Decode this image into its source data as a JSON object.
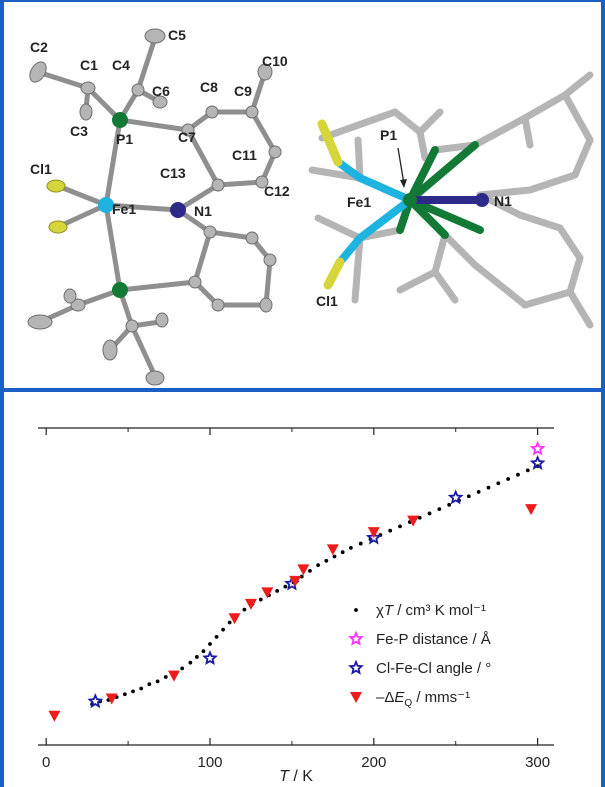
{
  "figure": {
    "frame_color": "#1a5fc4",
    "atom_labels_left": [
      "C2",
      "C1",
      "C4",
      "C5",
      "C3",
      "C6",
      "P1",
      "C8",
      "C10",
      "C9",
      "C7",
      "C11",
      "C13",
      "C12",
      "Cl1",
      "Fe1",
      "N1"
    ],
    "atom_labels_right": [
      "P1",
      "Fe1",
      "N1",
      "Cl1"
    ],
    "colors": {
      "carbon": "#b5b5b5",
      "phosphorus": "#127a36",
      "iron": "#1fb4df",
      "nitrogen": "#2e2a8a",
      "chlorine": "#d6d63a",
      "bond": "#8f8f8f",
      "ink": "#222222"
    }
  },
  "chart_data": {
    "type": "scatter",
    "xlabel": "T / K",
    "xlim": [
      -5,
      310
    ],
    "ylim": [
      0,
      1
    ],
    "xticks": [
      0,
      100,
      200,
      300
    ],
    "grid": false,
    "legend_position": "bottom-right",
    "series": [
      {
        "name": "χT / cm³ K mol⁻¹",
        "marker": "dot",
        "color": "#000000",
        "x": [
          28,
          33,
          38,
          43,
          48,
          53,
          58,
          63,
          68,
          73,
          78,
          83,
          88,
          92,
          96,
          100,
          104,
          108,
          112,
          116,
          121,
          126,
          131,
          136,
          141,
          146,
          151,
          156,
          161,
          166,
          171,
          176,
          181,
          186,
          192,
          198,
          204,
          210,
          216,
          222,
          228,
          234,
          240,
          246,
          252,
          258,
          264,
          270,
          276,
          282,
          288,
          294,
          300
        ],
        "y": [
          0.1,
          0.11,
          0.115,
          0.125,
          0.135,
          0.145,
          0.155,
          0.17,
          0.18,
          0.195,
          0.21,
          0.225,
          0.245,
          0.265,
          0.285,
          0.31,
          0.335,
          0.36,
          0.385,
          0.41,
          0.43,
          0.45,
          0.465,
          0.48,
          0.495,
          0.51,
          0.525,
          0.545,
          0.565,
          0.585,
          0.6,
          0.615,
          0.63,
          0.645,
          0.66,
          0.675,
          0.69,
          0.705,
          0.72,
          0.735,
          0.75,
          0.765,
          0.78,
          0.795,
          0.81,
          0.825,
          0.84,
          0.855,
          0.87,
          0.885,
          0.9,
          0.915,
          0.93
        ]
      },
      {
        "name": "Fe-P distance / Å",
        "marker": "star",
        "color": "#ff33ff",
        "x": [
          300
        ],
        "y": [
          0.99
        ]
      },
      {
        "name": "Cl-Fe-Cl angle / °",
        "marker": "star",
        "color": "#1a1aa6",
        "x": [
          30,
          100,
          150,
          200,
          250,
          300
        ],
        "y": [
          0.11,
          0.26,
          0.52,
          0.68,
          0.82,
          0.94
        ]
      },
      {
        "name": "–ΔE_Q / mms⁻¹",
        "marker": "triangle-down",
        "color": "#ee1c1c",
        "x": [
          5,
          40,
          78,
          115,
          125,
          135,
          152,
          157,
          175,
          200,
          224,
          296
        ],
        "y": [
          0.06,
          0.12,
          0.2,
          0.4,
          0.45,
          0.49,
          0.53,
          0.57,
          0.64,
          0.7,
          0.74,
          0.78
        ]
      }
    ]
  }
}
